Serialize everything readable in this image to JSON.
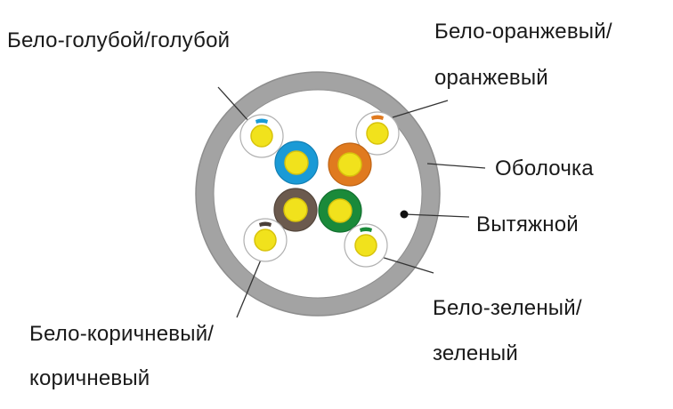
{
  "labels": {
    "white_blue": "Бело-голубой/голубой",
    "white_orange_line1": "Бело-оранжевый/",
    "white_orange_line2": "оранжевый",
    "jacket": "Оболочка",
    "ripcord": "Вытяжной",
    "white_green_line1": "Бело-зеленый/",
    "white_green_line2": "зеленый",
    "white_brown_line1": "Бело-коричневый/",
    "white_brown_line2": "коричневый"
  },
  "colors": {
    "jacket_fill": "#a3a3a3",
    "jacket_edge": "#8e8e8e",
    "interior": "#ffffff",
    "conductor": "#f1e21c",
    "conductor_edge": "#d8c30c",
    "blue": "#1a9ad6",
    "orange": "#e07a1f",
    "brown": "#6b5a4e",
    "green": "#1a8a3a",
    "white_insulation": "#ffffff",
    "leader_line": "#333333"
  },
  "wires": [
    {
      "name": "white-blue-wire",
      "insulation": "white",
      "stripe": "blue"
    },
    {
      "name": "white-orange-wire",
      "insulation": "white",
      "stripe": "orange"
    },
    {
      "name": "blue-wire",
      "insulation": "blue"
    },
    {
      "name": "orange-wire",
      "insulation": "orange"
    },
    {
      "name": "brown-wire",
      "insulation": "brown"
    },
    {
      "name": "green-wire",
      "insulation": "green"
    },
    {
      "name": "white-brown-wire",
      "insulation": "white",
      "stripe": "brown"
    },
    {
      "name": "white-green-wire",
      "insulation": "white",
      "stripe": "green"
    }
  ]
}
